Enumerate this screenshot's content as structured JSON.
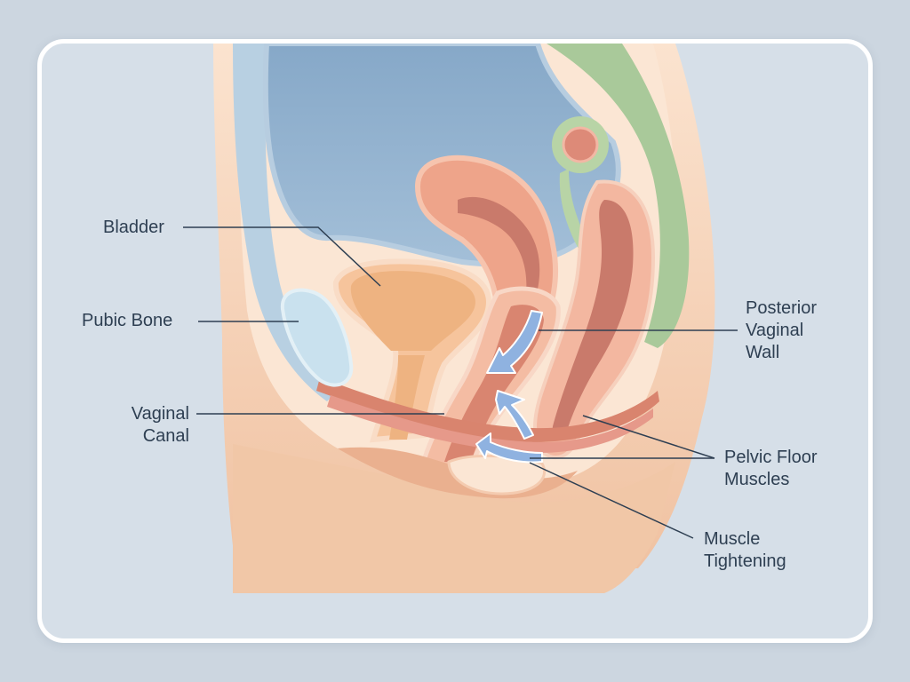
{
  "labels": {
    "bladder": "Bladder",
    "pubic_bone": "Pubic Bone",
    "vaginal_canal": [
      "Vaginal",
      "Canal"
    ],
    "posterior_vaginal_wall": [
      "Posterior",
      "Vaginal",
      "Wall"
    ],
    "pelvic_floor_muscles": [
      "Pelvic Floor",
      "Muscles"
    ],
    "muscle_tightening": [
      "Muscle",
      "Tightening"
    ]
  },
  "colors": {
    "background": "#ccd6e0",
    "frame": "#ffffff",
    "skin": "#f7d7bd",
    "bladder": "#8fb0cf",
    "pubic_bone": "#c9e1ee",
    "uterus": "#eea48a",
    "rectum": "#c97a6b",
    "muscle": "#d9846e",
    "colon": "#a9c99a",
    "arrow": "#8fb2e0",
    "leader_line": "#2e3f52"
  }
}
